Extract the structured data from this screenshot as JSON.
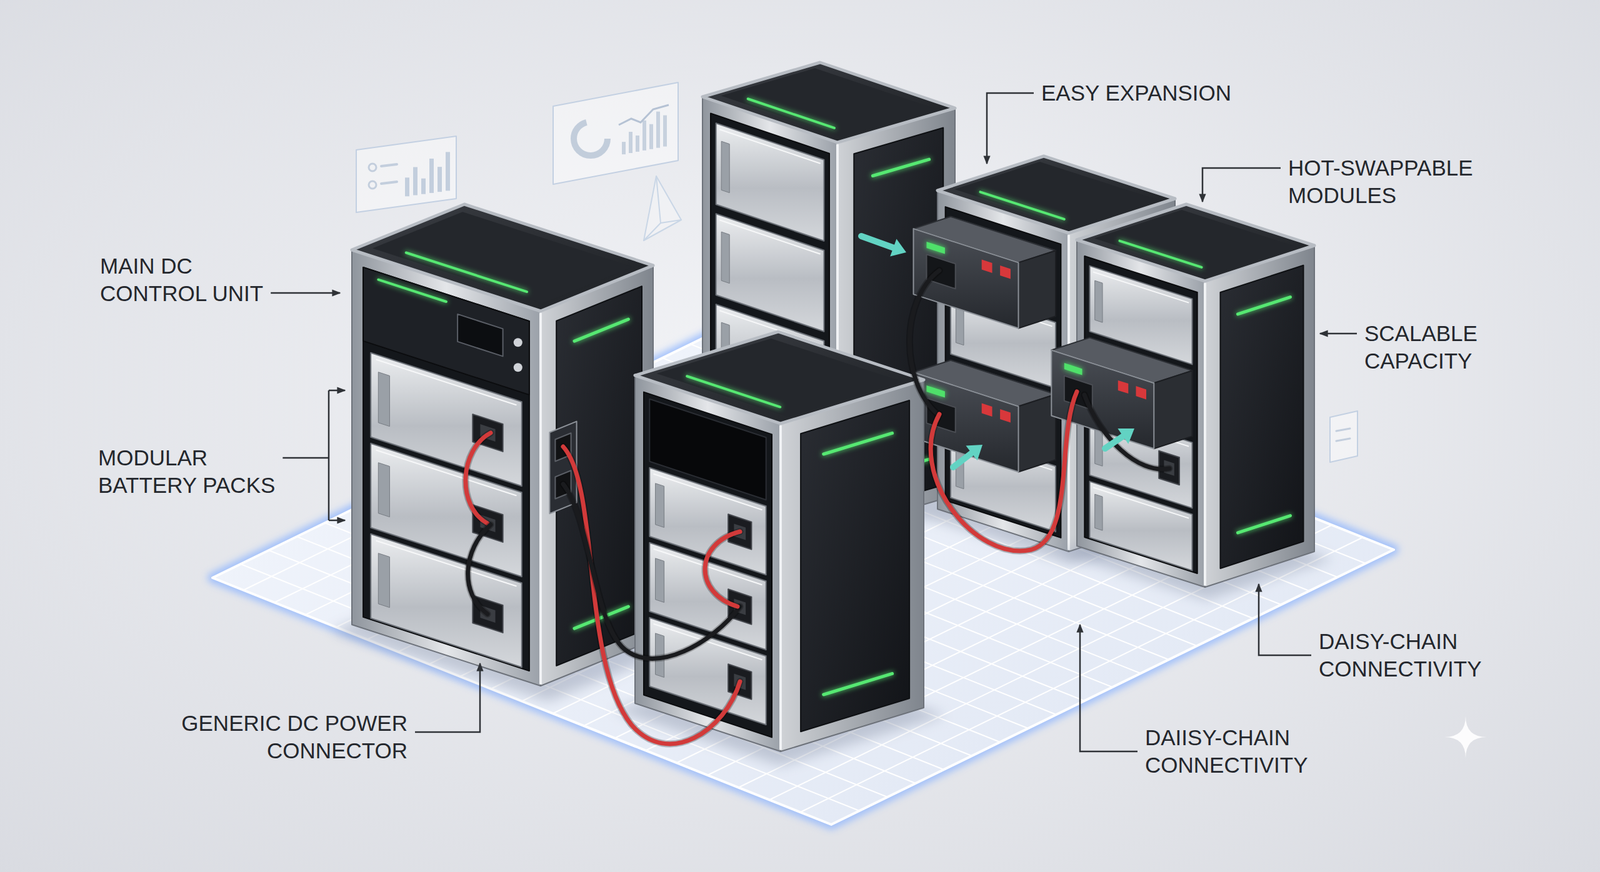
{
  "diagram": {
    "labels": [
      "EASY EXPANSION",
      "HOT-SWAPPABLE MODULES",
      "MAIN DC CONTROL UNIT",
      "SCALABLE CAPACITY",
      "MODULAR BATTERY PACKS",
      "DAISY-CHAIN CONNECTIVITY",
      "GENERIC DC POWER CONNECTOR",
      "DAIISY-CHAIN CONNECTIVITY"
    ]
  }
}
